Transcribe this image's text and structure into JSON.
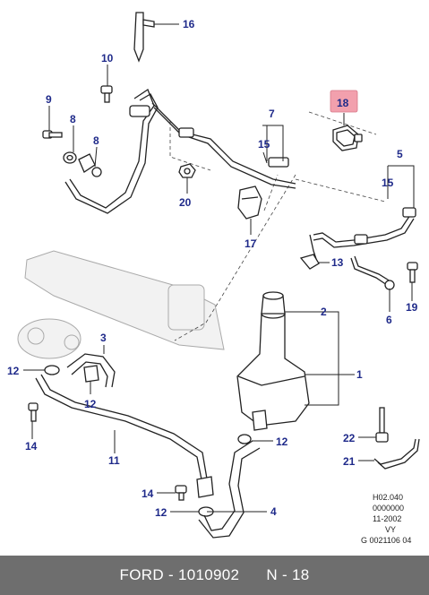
{
  "callouts": {
    "c16": "16",
    "c10": "10",
    "c9": "9",
    "c8a": "8",
    "c8b": "8",
    "c7": "7",
    "c15a": "15",
    "c15b": "15",
    "c18": "18",
    "c5": "5",
    "c20": "20",
    "c17": "17",
    "c13": "13",
    "c6": "6",
    "c19": "19",
    "c2": "2",
    "c3": "3",
    "c1": "1",
    "c12a": "12",
    "c12b": "12",
    "c12c": "12",
    "c12d": "12",
    "c14a": "14",
    "c14b": "14",
    "c11": "11",
    "c22": "22",
    "c21": "21",
    "c4": "4"
  },
  "highlight_color": "#f2a0ad",
  "callout_color": "#1f2a8a",
  "reference_block": [
    "H02.040",
    "0000000",
    "11-2002",
    "VY",
    "G 0021106 04"
  ],
  "footer": {
    "brand": "FORD",
    "separator": "-",
    "part_number": "1010902",
    "position": "N - 18"
  }
}
